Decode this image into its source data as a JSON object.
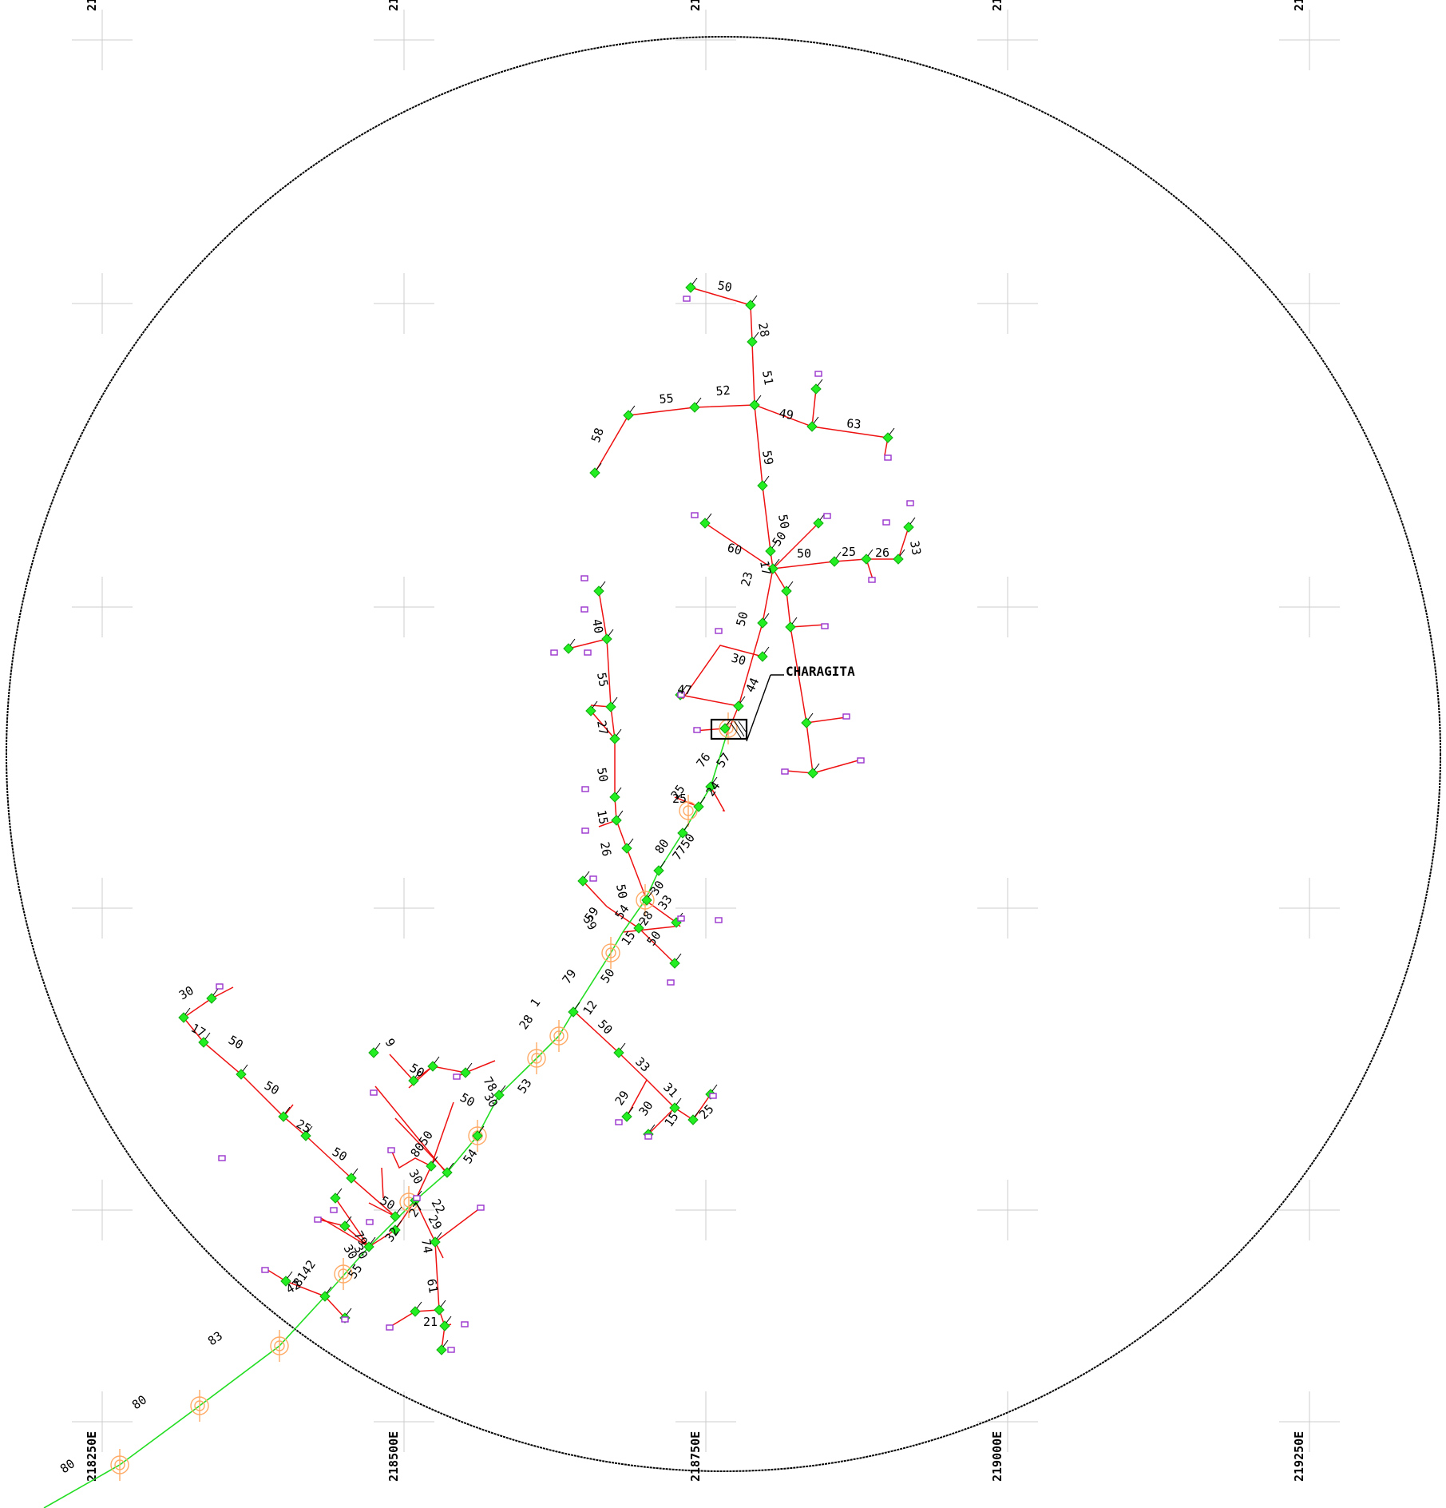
{
  "map": {
    "place_name": "CHARAGITA",
    "colors": {
      "background": "#ffffff",
      "grid": "#cccccc",
      "circle": "#000000",
      "main_line": "#22dd22",
      "branch_line": "#ee1111",
      "node": "#22ee22",
      "endpoint": "#9933cc",
      "transformer": "#ffaa66"
    },
    "icons": {
      "node": "green-node-icon",
      "endpoint": "purple-endpoint-icon",
      "transformer": "orange-transformer-icon",
      "substation": "substation-box-icon"
    },
    "eastings_bottom": [
      "218250E",
      "218500E",
      "218750E",
      "219000E",
      "219250E"
    ],
    "eastings_top_truncated": [
      "21",
      "21",
      "21",
      "21",
      "21"
    ],
    "main_line_labels": [
      "80",
      "80",
      "83",
      "8142",
      "55",
      "32",
      "27",
      "54",
      "53",
      "28",
      "1",
      "79",
      "50",
      "12",
      "59",
      "15",
      "54",
      "28",
      "50",
      "30",
      "33",
      "80",
      "7750",
      "25",
      "24",
      "76",
      "57"
    ],
    "branch_labels": [
      "50",
      "28",
      "51",
      "55",
      "52",
      "58",
      "49",
      "63",
      "59",
      "50",
      "60",
      "50",
      "17",
      "50",
      "25",
      "26",
      "33",
      "23",
      "50",
      "30",
      "44",
      "47",
      "40",
      "55",
      "27",
      "50",
      "15",
      "26",
      "50",
      "25",
      "59",
      "30",
      "17",
      "50",
      "50",
      "25",
      "50",
      "50",
      "9",
      "50",
      "50",
      "78",
      "30",
      "8050",
      "30",
      "22",
      "29",
      "74",
      "79",
      "30",
      "30",
      "42",
      "61",
      "21",
      "50",
      "33",
      "31",
      "29",
      "30",
      "15",
      "25"
    ]
  }
}
